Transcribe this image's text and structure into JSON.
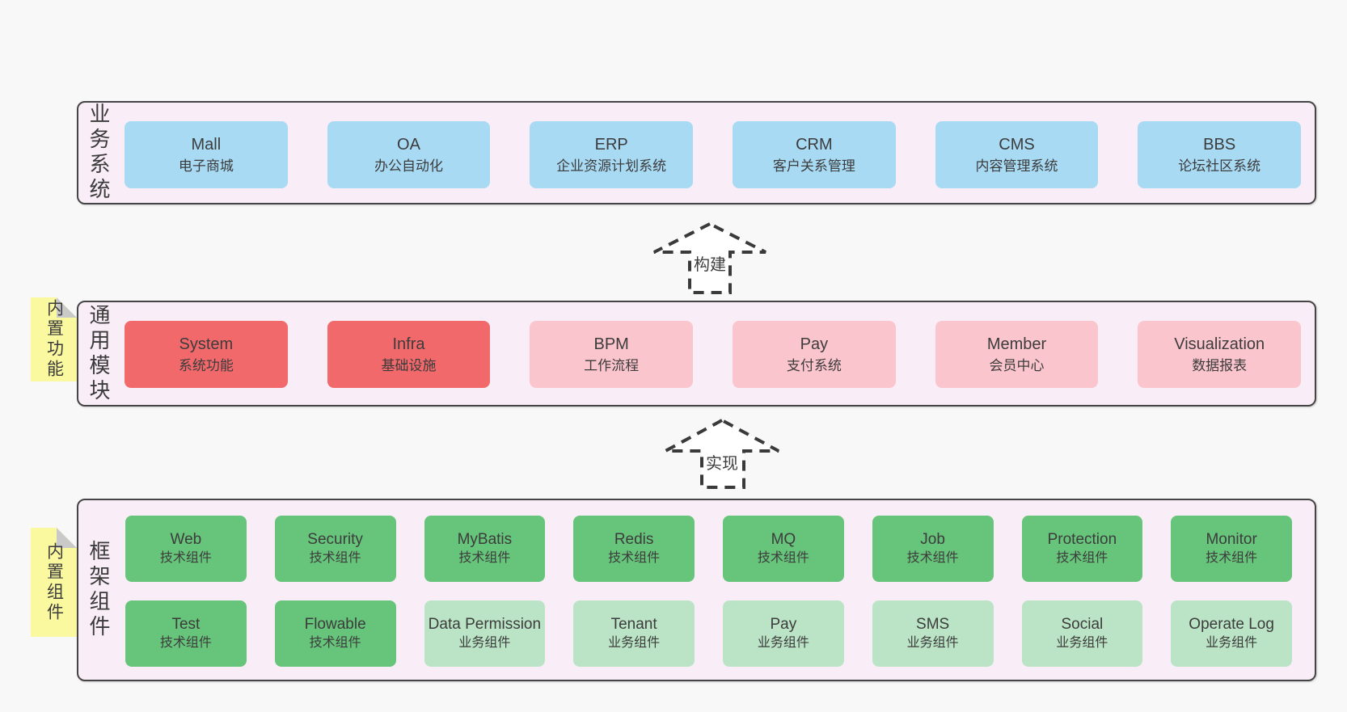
{
  "colors": {
    "page_background": "#f8f8f8",
    "band_background": "#f9eef7",
    "band_border": "#454545",
    "business_box_blue": "#a8daf4",
    "module_box_red": "#f2696c",
    "module_box_pink": "#fbc5cd",
    "component_box_green_dark": "#67c57b",
    "component_box_green_light": "#bae4c5",
    "sticky_tab_yellow": "#fbf9a0",
    "text": "#3c3c3c"
  },
  "bands": [
    {
      "side_label": "业务系统",
      "boxes": [
        {
          "name": "Mall",
          "desc": "电子商城"
        },
        {
          "name": "OA",
          "desc": "办公自动化"
        },
        {
          "name": "ERP",
          "desc": "企业资源计划系统"
        },
        {
          "name": "CRM",
          "desc": "客户关系管理"
        },
        {
          "name": "CMS",
          "desc": "内容管理系统"
        },
        {
          "name": "BBS",
          "desc": "论坛社区系统"
        }
      ]
    },
    {
      "side_label": "通用模块",
      "tab_label": "内置功能",
      "boxes": [
        {
          "name": "System",
          "desc": "系统功能"
        },
        {
          "name": "Infra",
          "desc": "基础设施"
        },
        {
          "name": "BPM",
          "desc": "工作流程"
        },
        {
          "name": "Pay",
          "desc": "支付系统"
        },
        {
          "name": "Member",
          "desc": "会员中心"
        },
        {
          "name": "Visualization",
          "desc": "数据报表"
        }
      ]
    },
    {
      "side_label": "框架组件",
      "tab_label": "内置组件",
      "rows": [
        [
          {
            "name": "Web",
            "desc": "技术组件"
          },
          {
            "name": "Security",
            "desc": "技术组件"
          },
          {
            "name": "MyBatis",
            "desc": "技术组件"
          },
          {
            "name": "Redis",
            "desc": "技术组件"
          },
          {
            "name": "MQ",
            "desc": "技术组件"
          },
          {
            "name": "Job",
            "desc": "技术组件"
          },
          {
            "name": "Protection",
            "desc": "技术组件"
          },
          {
            "name": "Monitor",
            "desc": "技术组件"
          }
        ],
        [
          {
            "name": "Test",
            "desc": "技术组件"
          },
          {
            "name": "Flowable",
            "desc": "技术组件"
          },
          {
            "name": "Data Permission",
            "desc": "业务组件"
          },
          {
            "name": "Tenant",
            "desc": "业务组件"
          },
          {
            "name": "Pay",
            "desc": "业务组件"
          },
          {
            "name": "SMS",
            "desc": "业务组件"
          },
          {
            "name": "Social",
            "desc": "业务组件"
          },
          {
            "name": "Operate Log",
            "desc": "业务组件"
          }
        ]
      ]
    }
  ],
  "arrows": [
    {
      "label": "构建"
    },
    {
      "label": "实现"
    }
  ]
}
